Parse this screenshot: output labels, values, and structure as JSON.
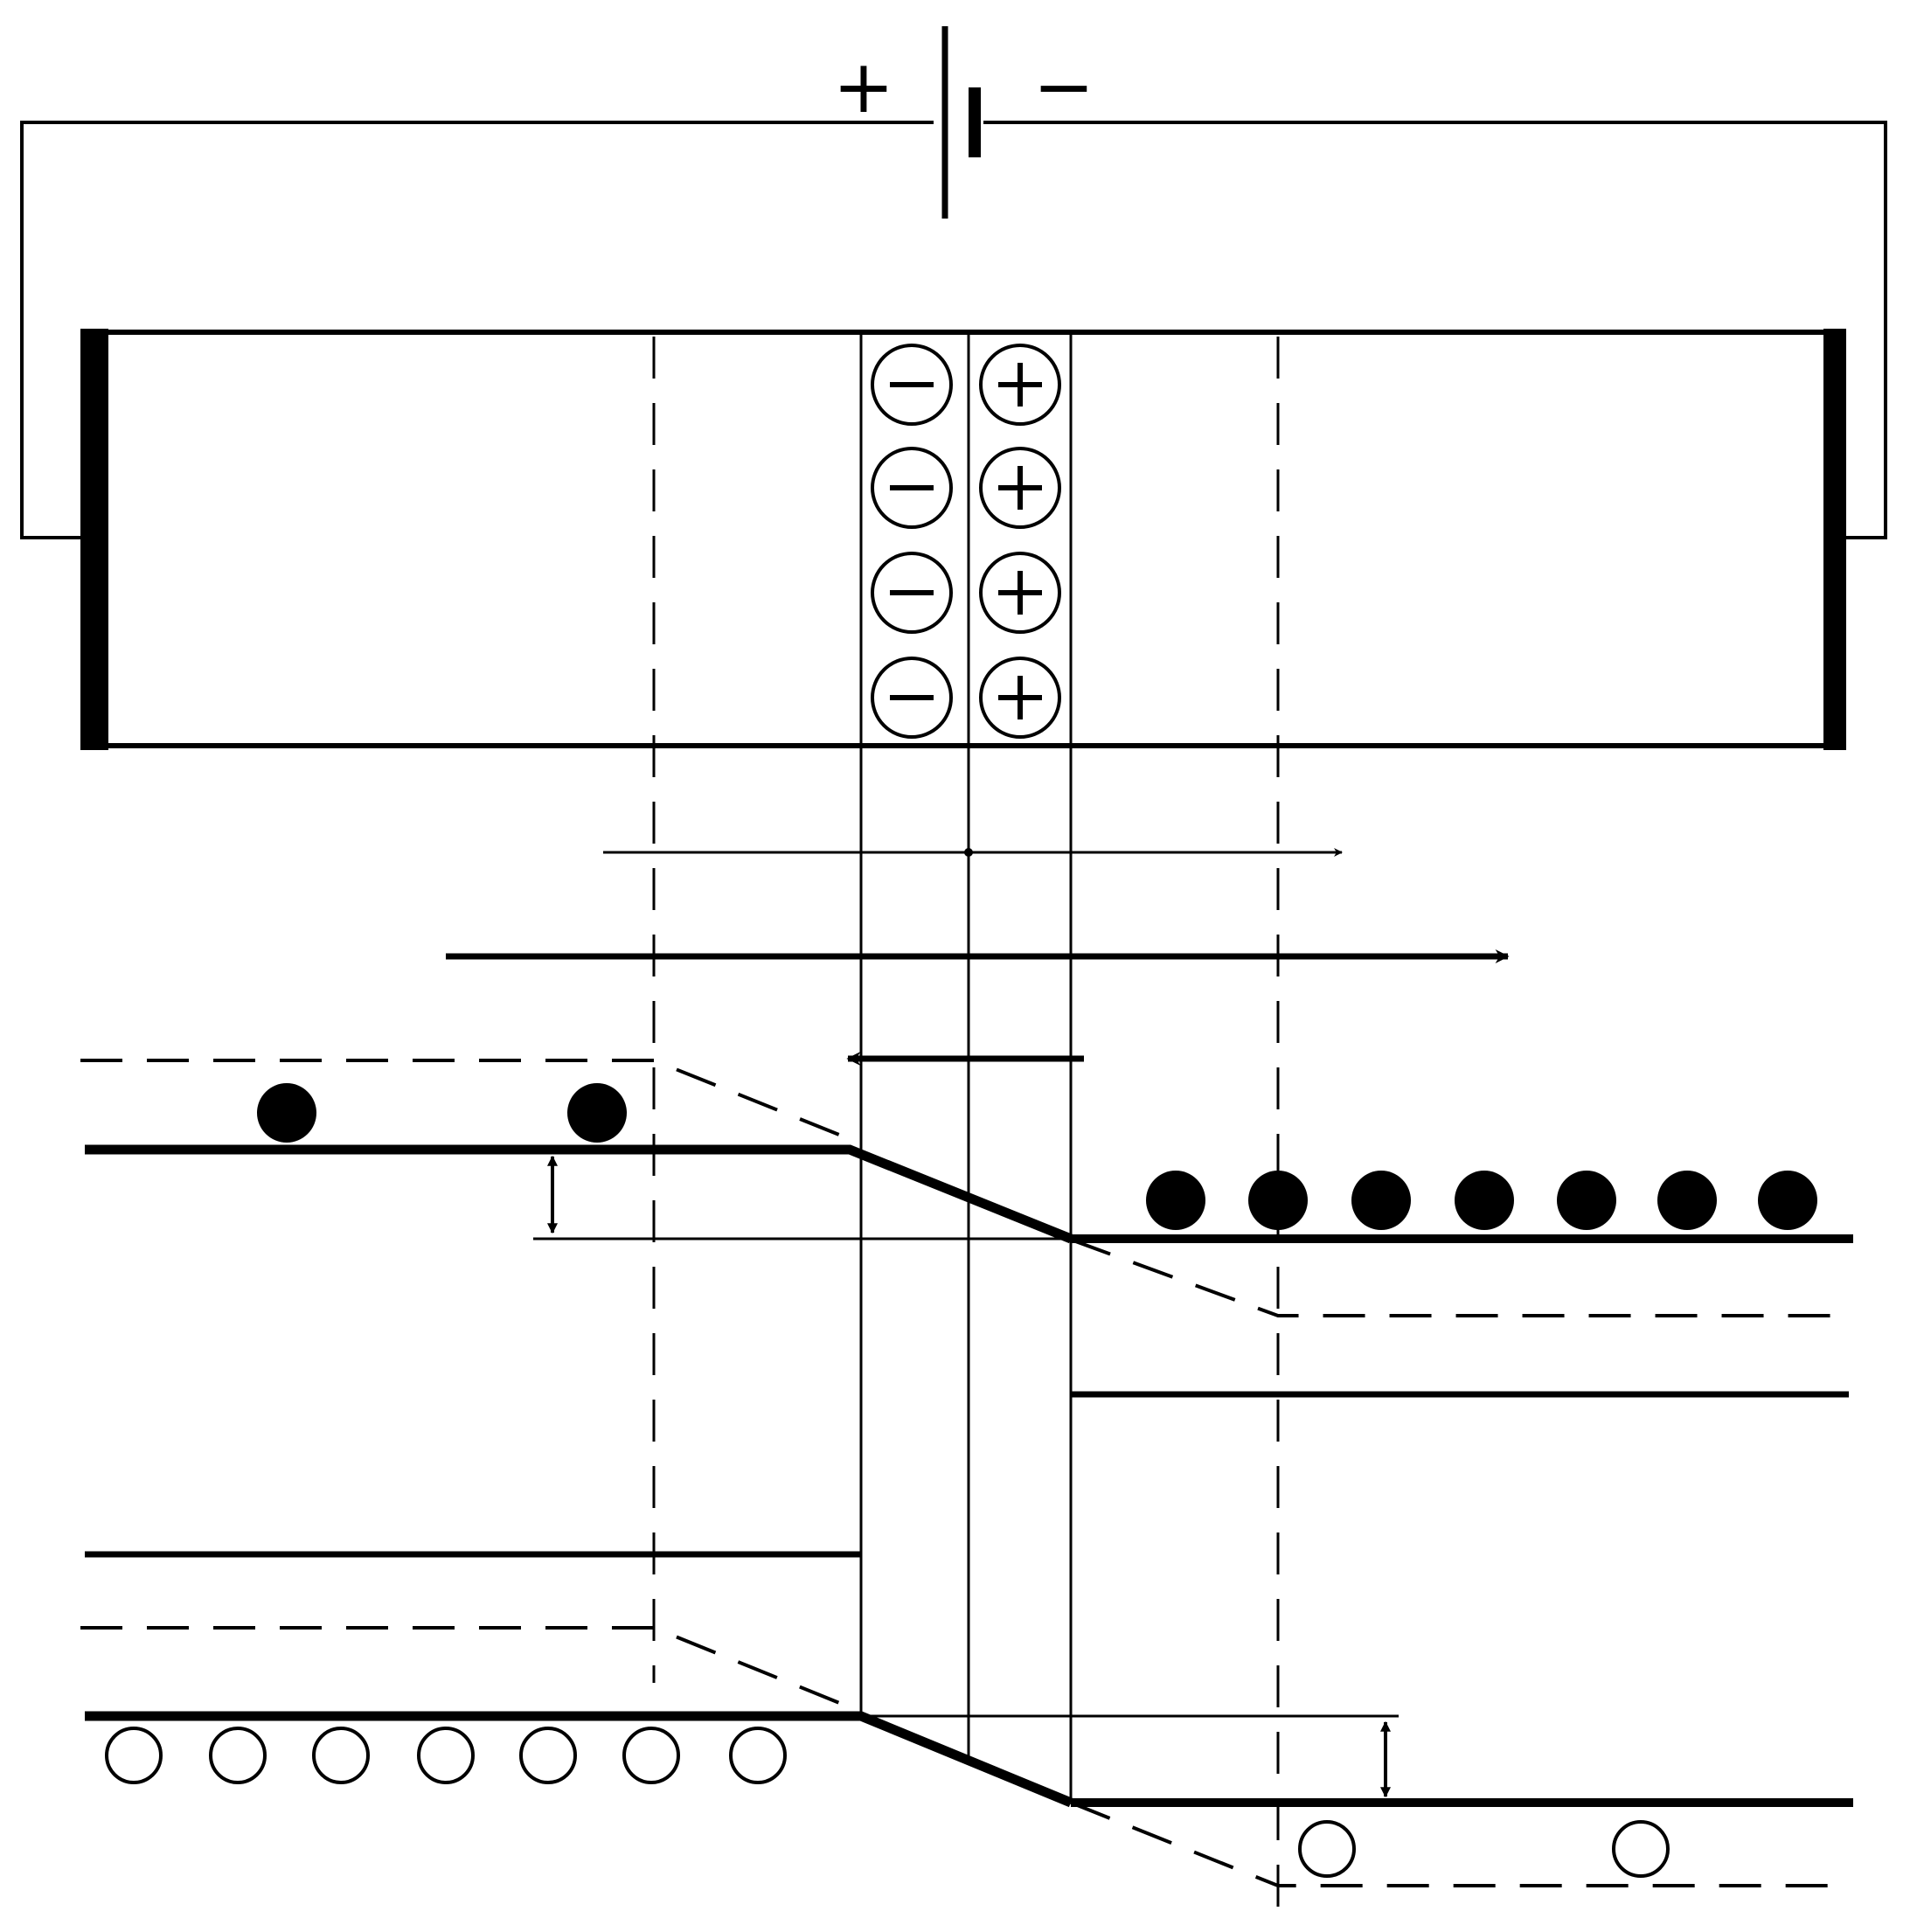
{
  "battery": {
    "positive_label": "+",
    "negative_label": "−"
  },
  "junction": {
    "p_side_ion_symbol": "−",
    "n_side_ion_symbol": "+",
    "ion_rows": 4
  },
  "carriers": {
    "p_side_electrons": 2,
    "n_side_electrons": 7,
    "p_side_holes": 7,
    "n_side_holes": 2
  },
  "icons": {
    "battery": "battery-icon",
    "negative_ion": "minus-circle-icon",
    "positive_ion": "plus-circle-icon",
    "electron": "filled-circle-icon",
    "hole": "open-circle-icon",
    "arrow": "arrow-icon"
  },
  "colors": {
    "ink": "#000000",
    "paper": "#ffffff"
  }
}
